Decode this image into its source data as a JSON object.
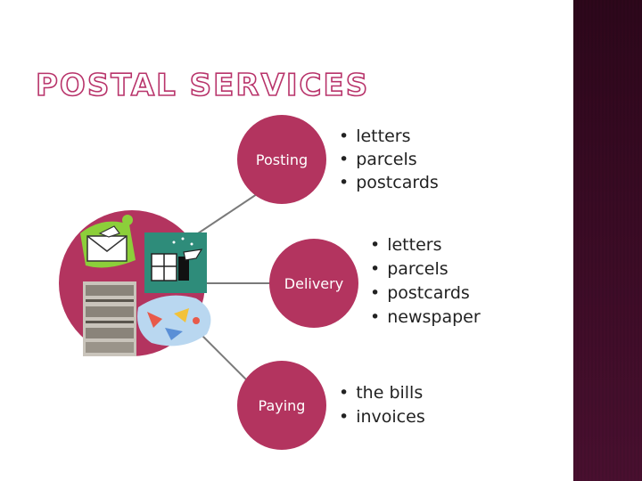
{
  "slide": {
    "title": "POSTAL SERVICES",
    "nodes": [
      {
        "label": "Posting",
        "items": [
          "letters",
          "parcels",
          "postcards"
        ]
      },
      {
        "label": "Delivery",
        "items": [
          "letters",
          "parcels",
          "postcards",
          "newspaper"
        ]
      },
      {
        "label": "Paying",
        "items": [
          "the bills",
          "invoices"
        ]
      }
    ]
  },
  "colors": {
    "node_fill": "#b3345f",
    "title_outline": "#b8336a",
    "side_bar": "#4a1034",
    "connector": "#7a7a7a"
  },
  "icons": [
    "envelope-icon",
    "gift-icon",
    "newspaper-icon",
    "post-mail-icon"
  ]
}
